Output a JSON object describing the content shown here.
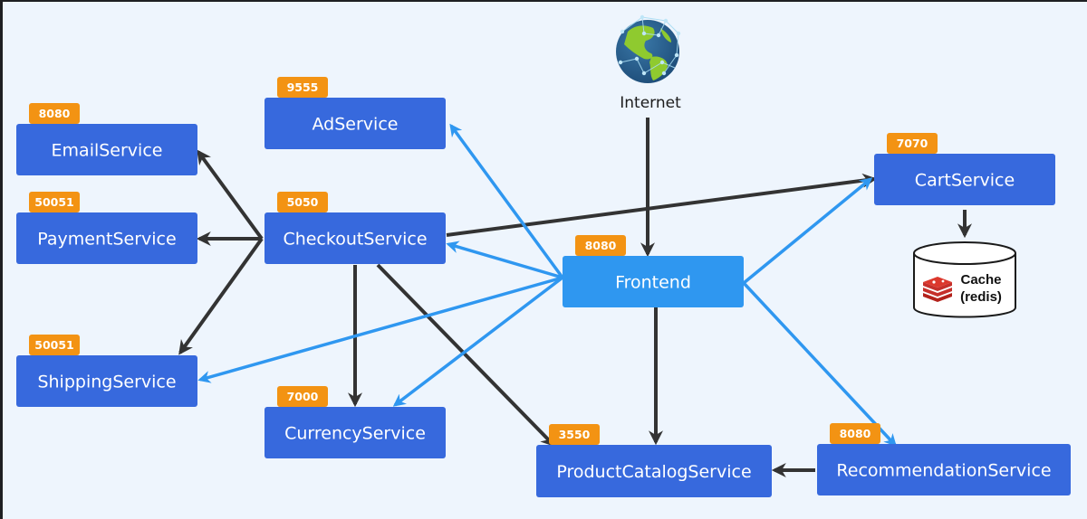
{
  "diagram": {
    "colors": {
      "background": "#eef5fd",
      "service": "#3769dd",
      "frontend": "#2f97f0",
      "port_badge": "#f39313",
      "arrow_dark": "#333333",
      "arrow_blue": "#2f97f0"
    },
    "internet": {
      "label": "Internet",
      "icon": "globe-network-icon"
    },
    "cache": {
      "line1": "Cache",
      "line2": "(redis)",
      "icon": "redis-logo-icon"
    },
    "nodes": [
      {
        "id": "email",
        "label": "EmailService",
        "port": "8080"
      },
      {
        "id": "payment",
        "label": "PaymentService",
        "port": "50051"
      },
      {
        "id": "shipping",
        "label": "ShippingService",
        "port": "50051"
      },
      {
        "id": "ad",
        "label": "AdService",
        "port": "9555"
      },
      {
        "id": "checkout",
        "label": "CheckoutService",
        "port": "5050"
      },
      {
        "id": "currency",
        "label": "CurrencyService",
        "port": "7000"
      },
      {
        "id": "frontend",
        "label": "Frontend",
        "port": "8080"
      },
      {
        "id": "productcatalog",
        "label": "ProductCatalogService",
        "port": "3550"
      },
      {
        "id": "recommendation",
        "label": "RecommendationService",
        "port": "8080"
      },
      {
        "id": "cart",
        "label": "CartService",
        "port": "7070"
      }
    ],
    "edges": [
      {
        "from": "internet",
        "to": "frontend",
        "style": "dark"
      },
      {
        "from": "checkout",
        "to": "email",
        "style": "dark"
      },
      {
        "from": "checkout",
        "to": "payment",
        "style": "dark"
      },
      {
        "from": "checkout",
        "to": "shipping",
        "style": "dark"
      },
      {
        "from": "checkout",
        "to": "currency",
        "style": "dark"
      },
      {
        "from": "checkout",
        "to": "productcatalog",
        "style": "dark"
      },
      {
        "from": "checkout",
        "to": "cart",
        "style": "dark"
      },
      {
        "from": "frontend",
        "to": "productcatalog",
        "style": "dark"
      },
      {
        "from": "recommendation",
        "to": "productcatalog",
        "style": "dark"
      },
      {
        "from": "cart",
        "to": "cache",
        "style": "dark"
      },
      {
        "from": "frontend",
        "to": "ad",
        "style": "blue"
      },
      {
        "from": "frontend",
        "to": "checkout",
        "style": "blue"
      },
      {
        "from": "frontend",
        "to": "shipping",
        "style": "blue"
      },
      {
        "from": "frontend",
        "to": "currency",
        "style": "blue"
      },
      {
        "from": "frontend",
        "to": "cart",
        "style": "blue"
      },
      {
        "from": "frontend",
        "to": "recommendation",
        "style": "blue"
      }
    ]
  }
}
